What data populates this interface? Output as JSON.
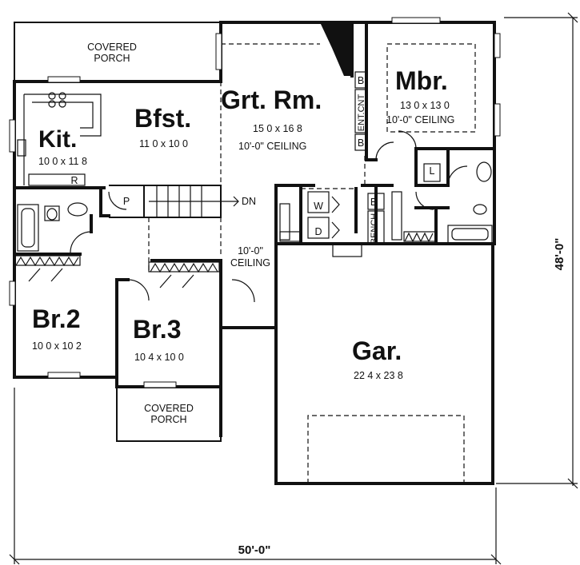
{
  "dimensions": {
    "width_total": "50'-0\"",
    "depth_total": "48'-0\""
  },
  "rooms": {
    "covered_porch_top": {
      "line1": "COVERED",
      "line2": "PORCH"
    },
    "kitchen": {
      "label": "Kit.",
      "size": "10 0 x 11 8"
    },
    "breakfast": {
      "label": "Bfst.",
      "size": "11 0 x 10 0"
    },
    "great_room": {
      "label": "Grt. Rm.",
      "size": "15 0 x 16 8",
      "ceiling": "10'-0\" CEILING"
    },
    "master": {
      "label": "Mbr.",
      "size": "13 0 x 13 0",
      "ceiling": "10'-0\" CEILING"
    },
    "bedroom2": {
      "label": "Br.2",
      "size": "10 0 x 10 2"
    },
    "bedroom3": {
      "label": "Br.3",
      "size": "10 4 x 10 0"
    },
    "garage": {
      "label": "Gar.",
      "size": "22 4 x 23 8"
    },
    "covered_porch_front": {
      "line1": "COVERED",
      "line2": "PORCH"
    }
  },
  "hall_ceiling": {
    "line1": "10'-0\"",
    "line2": "CEILING"
  },
  "marks": {
    "pantry": "P",
    "range": "R",
    "stair_down": "DN",
    "bookcase_top": "B",
    "bookcase_bottom": "B",
    "ent_cnt": "ENT.CNT",
    "washer": "W",
    "dryer": "D",
    "bench_b": "B",
    "bench": "BENCH",
    "linen": "L"
  }
}
